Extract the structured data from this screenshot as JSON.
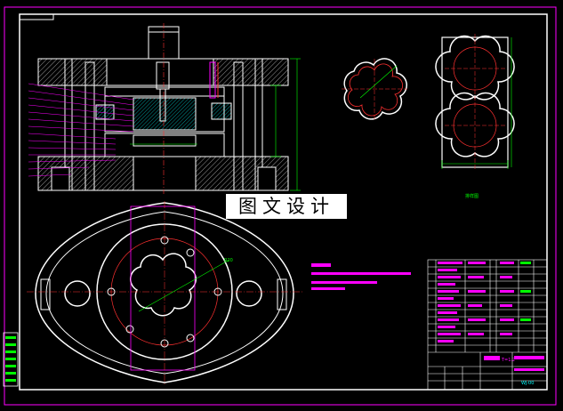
{
  "drawing": {
    "background": "#000000",
    "colors": {
      "outline": "#ffffff",
      "dimension": "#00ff00",
      "centerline": "#ff3030",
      "hatch": "#00ffff",
      "highlight": "#ff00ff",
      "frame_border": "#ff00ff"
    },
    "watermark": "图文设计",
    "tiny_text": {
      "sheet_stamp": "",
      "strip_layout_label": "排样图",
      "part_dimension": "R20",
      "title_block_material": "T=1.2",
      "drawing_number": "WJ-00",
      "tech_notes": [
        "1. 技术要求未注明公差参考标准",
        "2.",
        "3."
      ]
    }
  }
}
